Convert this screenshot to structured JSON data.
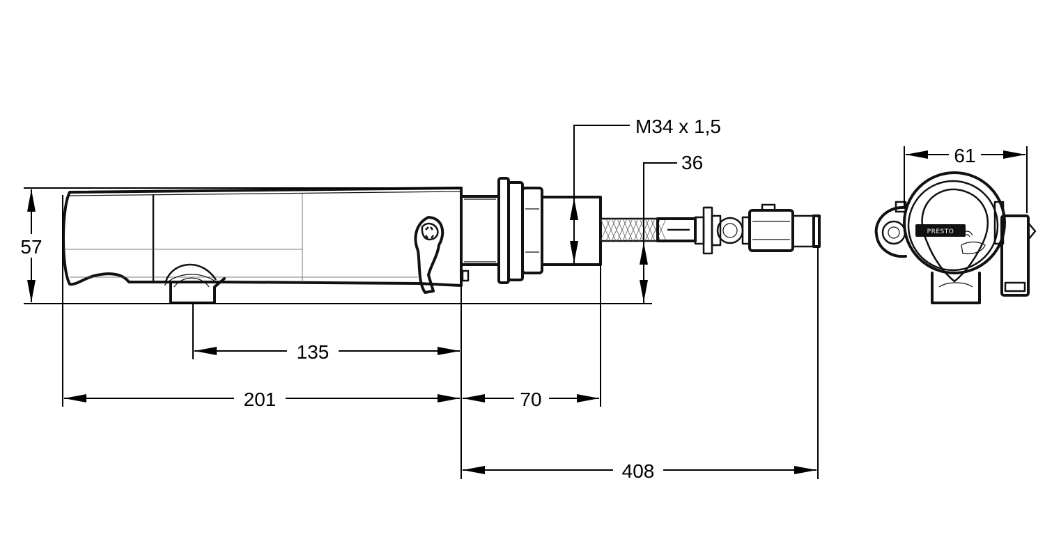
{
  "dimensions": {
    "height": "57",
    "overall_length": "201",
    "spout_offset": "135",
    "body_length": "70",
    "total_length": "408",
    "thread": "M34 x 1,5",
    "nut": "36",
    "width": "61"
  },
  "logo": "PRESTO"
}
